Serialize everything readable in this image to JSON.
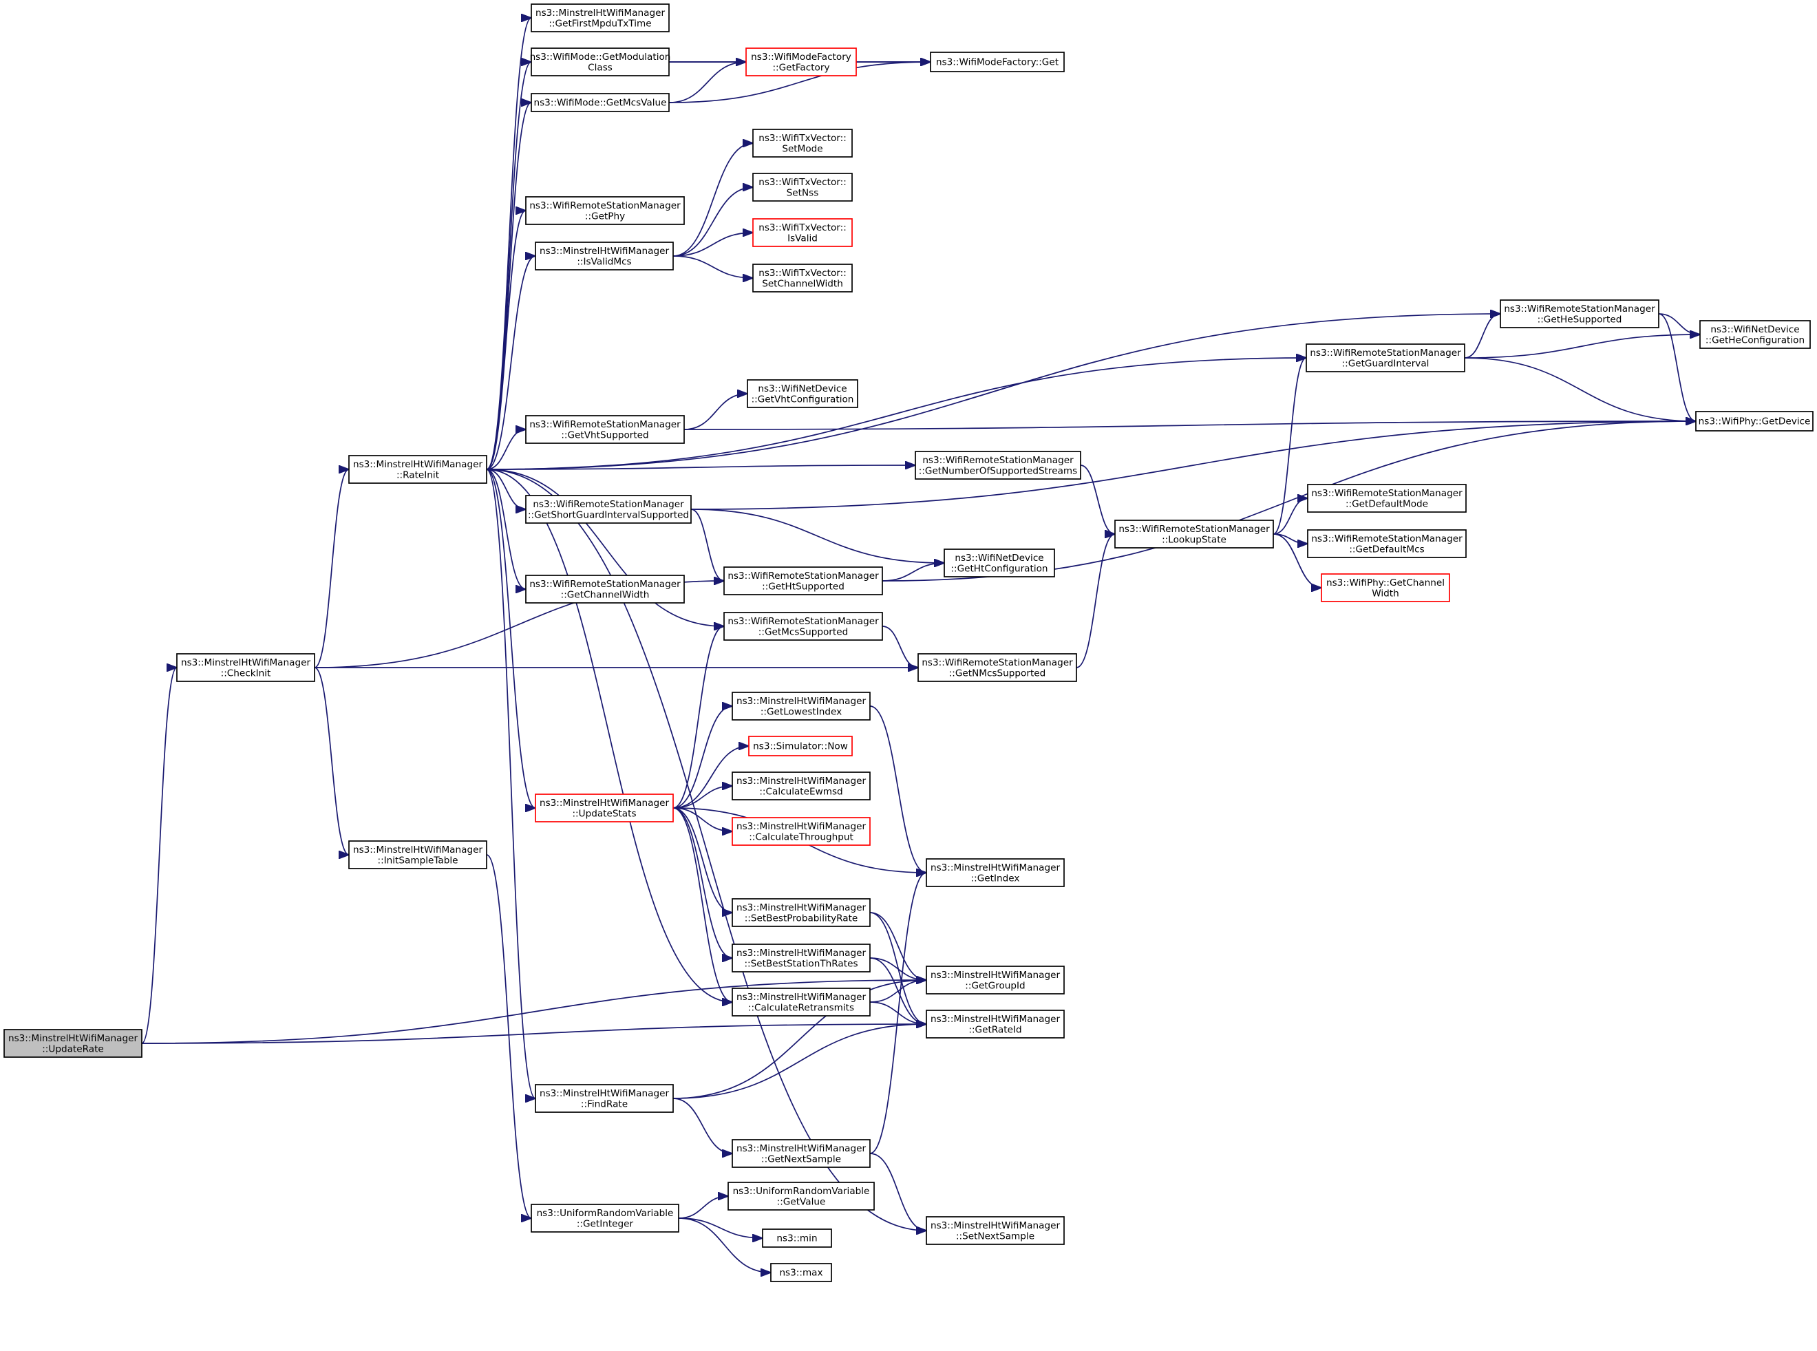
{
  "colors": {
    "edge": "#191970",
    "node_border": "#000000",
    "node_border_link_missing": "#ff0000",
    "root_fill": "#bfbfbf"
  },
  "nodes": [
    {
      "id": "UpdateRate",
      "lines": [
        "ns3::MinstrelHtWifiManager",
        "::UpdateRate"
      ],
      "style": "root"
    },
    {
      "id": "CheckInit",
      "lines": [
        "ns3::MinstrelHtWifiManager",
        "::CheckInit"
      ]
    },
    {
      "id": "RateInit",
      "lines": [
        "ns3::MinstrelHtWifiManager",
        "::RateInit"
      ]
    },
    {
      "id": "InitSampleTable",
      "lines": [
        "ns3::MinstrelHtWifiManager",
        "::InitSampleTable"
      ]
    },
    {
      "id": "GetFirstMpduTxTime",
      "lines": [
        "ns3::MinstrelHtWifiManager",
        "::GetFirstMpduTxTime"
      ]
    },
    {
      "id": "GetModulationClass",
      "lines": [
        "ns3::WifiMode::GetModulation",
        "Class"
      ]
    },
    {
      "id": "GetMcsValue",
      "lines": [
        "ns3::WifiMode::GetMcsValue"
      ]
    },
    {
      "id": "WMFGetFactory",
      "lines": [
        "ns3::WifiModeFactory",
        "::GetFactory"
      ],
      "style": "red"
    },
    {
      "id": "WMFGet",
      "lines": [
        "ns3::WifiModeFactory::Get"
      ]
    },
    {
      "id": "GetPhy",
      "lines": [
        "ns3::WifiRemoteStationManager",
        "::GetPhy"
      ]
    },
    {
      "id": "IsValidMcs",
      "lines": [
        "ns3::MinstrelHtWifiManager",
        "::IsValidMcs"
      ]
    },
    {
      "id": "SetMode",
      "lines": [
        "ns3::WifiTxVector::",
        "SetMode"
      ]
    },
    {
      "id": "SetNss",
      "lines": [
        "ns3::WifiTxVector::",
        "SetNss"
      ]
    },
    {
      "id": "IsValid",
      "lines": [
        "ns3::WifiTxVector::",
        "IsValid"
      ],
      "style": "red"
    },
    {
      "id": "SetChannelWidth",
      "lines": [
        "ns3::WifiTxVector::",
        "SetChannelWidth"
      ]
    },
    {
      "id": "GetVhtConfiguration",
      "lines": [
        "ns3::WifiNetDevice",
        "::GetVhtConfiguration"
      ]
    },
    {
      "id": "GetVhtSupported",
      "lines": [
        "ns3::WifiRemoteStationManager",
        "::GetVhtSupported"
      ]
    },
    {
      "id": "GetNumberOfSupportedStreams",
      "lines": [
        "ns3::WifiRemoteStationManager",
        "::GetNumberOfSupportedStreams"
      ]
    },
    {
      "id": "GetShortGuardIntervalSupported",
      "lines": [
        "ns3::WifiRemoteStationManager",
        "::GetShortGuardIntervalSupported"
      ]
    },
    {
      "id": "GetChannelWidth",
      "lines": [
        "ns3::WifiRemoteStationManager",
        "::GetChannelWidth"
      ]
    },
    {
      "id": "GetHtSupported",
      "lines": [
        "ns3::WifiRemoteStationManager",
        "::GetHtSupported"
      ]
    },
    {
      "id": "GetMcsSupported",
      "lines": [
        "ns3::WifiRemoteStationManager",
        "::GetMcsSupported"
      ]
    },
    {
      "id": "GetHtConfiguration",
      "lines": [
        "ns3::WifiNetDevice",
        "::GetHtConfiguration"
      ]
    },
    {
      "id": "GetNMcsSupported",
      "lines": [
        "ns3::WifiRemoteStationManager",
        "::GetNMcsSupported"
      ]
    },
    {
      "id": "GetHeSupported",
      "lines": [
        "ns3::WifiRemoteStationManager",
        "::GetHeSupported"
      ]
    },
    {
      "id": "GetGuardInterval",
      "lines": [
        "ns3::WifiRemoteStationManager",
        "::GetGuardInterval"
      ]
    },
    {
      "id": "GetHeConfiguration",
      "lines": [
        "ns3::WifiNetDevice",
        "::GetHeConfiguration"
      ]
    },
    {
      "id": "GetDevice",
      "lines": [
        "ns3::WifiPhy::GetDevice"
      ]
    },
    {
      "id": "LookupState",
      "lines": [
        "ns3::WifiRemoteStationManager",
        "::LookupState"
      ]
    },
    {
      "id": "GetDefaultMode",
      "lines": [
        "ns3::WifiRemoteStationManager",
        "::GetDefaultMode"
      ]
    },
    {
      "id": "GetDefaultMcs",
      "lines": [
        "ns3::WifiRemoteStationManager",
        "::GetDefaultMcs"
      ]
    },
    {
      "id": "PhyGetChannelWidth",
      "lines": [
        "ns3::WifiPhy::GetChannel",
        "Width"
      ],
      "style": "red"
    },
    {
      "id": "UpdateStats",
      "lines": [
        "ns3::MinstrelHtWifiManager",
        "::UpdateStats"
      ],
      "style": "red"
    },
    {
      "id": "GetLowestIndex",
      "lines": [
        "ns3::MinstrelHtWifiManager",
        "::GetLowestIndex"
      ]
    },
    {
      "id": "Now",
      "lines": [
        "ns3::Simulator::Now"
      ],
      "style": "red"
    },
    {
      "id": "CalculateEwmsd",
      "lines": [
        "ns3::MinstrelHtWifiManager",
        "::CalculateEwmsd"
      ]
    },
    {
      "id": "CalculateThroughput",
      "lines": [
        "ns3::MinstrelHtWifiManager",
        "::CalculateThroughput"
      ],
      "style": "red"
    },
    {
      "id": "GetIndex",
      "lines": [
        "ns3::MinstrelHtWifiManager",
        "::GetIndex"
      ]
    },
    {
      "id": "SetBestProbabilityRate",
      "lines": [
        "ns3::MinstrelHtWifiManager",
        "::SetBestProbabilityRate"
      ]
    },
    {
      "id": "SetBestStationThRates",
      "lines": [
        "ns3::MinstrelHtWifiManager",
        "::SetBestStationThRates"
      ]
    },
    {
      "id": "CalculateRetransmits",
      "lines": [
        "ns3::MinstrelHtWifiManager",
        "::CalculateRetransmits"
      ]
    },
    {
      "id": "GetGroupId",
      "lines": [
        "ns3::MinstrelHtWifiManager",
        "::GetGroupId"
      ]
    },
    {
      "id": "GetRateId",
      "lines": [
        "ns3::MinstrelHtWifiManager",
        "::GetRateId"
      ]
    },
    {
      "id": "FindRate",
      "lines": [
        "ns3::MinstrelHtWifiManager",
        "::FindRate"
      ]
    },
    {
      "id": "GetNextSample",
      "lines": [
        "ns3::MinstrelHtWifiManager",
        "::GetNextSample"
      ]
    },
    {
      "id": "GetInteger",
      "lines": [
        "ns3::UniformRandomVariable",
        "::GetInteger"
      ]
    },
    {
      "id": "URVGetValue",
      "lines": [
        "ns3::UniformRandomVariable",
        "::GetValue"
      ]
    },
    {
      "id": "Min",
      "lines": [
        "ns3::min"
      ]
    },
    {
      "id": "Max",
      "lines": [
        "ns3::max"
      ]
    },
    {
      "id": "SetNextSample",
      "lines": [
        "ns3::MinstrelHtWifiManager",
        "::SetNextSample"
      ]
    }
  ],
  "edges": [
    [
      "UpdateRate",
      "CheckInit"
    ],
    [
      "UpdateRate",
      "GetGroupId"
    ],
    [
      "UpdateRate",
      "GetRateId"
    ],
    [
      "CheckInit",
      "RateInit"
    ],
    [
      "CheckInit",
      "InitSampleTable"
    ],
    [
      "CheckInit",
      "GetHtSupported"
    ],
    [
      "CheckInit",
      "GetNMcsSupported"
    ],
    [
      "RateInit",
      "GetFirstMpduTxTime"
    ],
    [
      "RateInit",
      "GetModulationClass"
    ],
    [
      "RateInit",
      "GetMcsValue"
    ],
    [
      "RateInit",
      "GetPhy"
    ],
    [
      "RateInit",
      "IsValidMcs"
    ],
    [
      "RateInit",
      "GetHeSupported"
    ],
    [
      "RateInit",
      "GetGuardInterval"
    ],
    [
      "RateInit",
      "GetVhtSupported"
    ],
    [
      "RateInit",
      "GetNumberOfSupportedStreams"
    ],
    [
      "RateInit",
      "GetShortGuardIntervalSupported"
    ],
    [
      "RateInit",
      "GetChannelWidth"
    ],
    [
      "RateInit",
      "GetMcsSupported"
    ],
    [
      "RateInit",
      "UpdateStats"
    ],
    [
      "RateInit",
      "CalculateRetransmits"
    ],
    [
      "RateInit",
      "FindRate"
    ],
    [
      "RateInit",
      "SetNextSample"
    ],
    [
      "GetModulationClass",
      "WMFGetFactory"
    ],
    [
      "GetModulationClass",
      "WMFGet"
    ],
    [
      "GetMcsValue",
      "WMFGetFactory"
    ],
    [
      "GetMcsValue",
      "WMFGet"
    ],
    [
      "WMFGetFactory",
      "WMFGet"
    ],
    [
      "IsValidMcs",
      "SetMode"
    ],
    [
      "IsValidMcs",
      "SetNss"
    ],
    [
      "IsValidMcs",
      "IsValid"
    ],
    [
      "IsValidMcs",
      "SetChannelWidth"
    ],
    [
      "GetVhtSupported",
      "GetVhtConfiguration"
    ],
    [
      "GetVhtSupported",
      "GetDevice"
    ],
    [
      "GetNumberOfSupportedStreams",
      "LookupState"
    ],
    [
      "GetShortGuardIntervalSupported",
      "GetDevice"
    ],
    [
      "GetShortGuardIntervalSupported",
      "GetHtSupported"
    ],
    [
      "GetShortGuardIntervalSupported",
      "GetHtConfiguration"
    ],
    [
      "GetHtSupported",
      "GetHtConfiguration"
    ],
    [
      "GetHtSupported",
      "GetDevice"
    ],
    [
      "GetMcsSupported",
      "GetNMcsSupported"
    ],
    [
      "GetNMcsSupported",
      "LookupState"
    ],
    [
      "GetHeSupported",
      "GetHeConfiguration"
    ],
    [
      "GetHeSupported",
      "GetDevice"
    ],
    [
      "GetGuardInterval",
      "GetHeSupported"
    ],
    [
      "GetGuardInterval",
      "GetHeConfiguration"
    ],
    [
      "GetGuardInterval",
      "GetDevice"
    ],
    [
      "LookupState",
      "GetGuardInterval"
    ],
    [
      "LookupState",
      "GetDefaultMode"
    ],
    [
      "LookupState",
      "GetDefaultMcs"
    ],
    [
      "LookupState",
      "PhyGetChannelWidth"
    ],
    [
      "UpdateStats",
      "GetMcsSupported"
    ],
    [
      "UpdateStats",
      "GetLowestIndex"
    ],
    [
      "UpdateStats",
      "Now"
    ],
    [
      "UpdateStats",
      "CalculateEwmsd"
    ],
    [
      "UpdateStats",
      "CalculateThroughput"
    ],
    [
      "UpdateStats",
      "GetIndex"
    ],
    [
      "UpdateStats",
      "SetBestProbabilityRate"
    ],
    [
      "UpdateStats",
      "SetBestStationThRates"
    ],
    [
      "UpdateStats",
      "CalculateRetransmits"
    ],
    [
      "GetLowestIndex",
      "GetIndex"
    ],
    [
      "SetBestProbabilityRate",
      "GetGroupId"
    ],
    [
      "SetBestProbabilityRate",
      "GetRateId"
    ],
    [
      "SetBestStationThRates",
      "GetGroupId"
    ],
    [
      "SetBestStationThRates",
      "GetRateId"
    ],
    [
      "CalculateRetransmits",
      "GetGroupId"
    ],
    [
      "CalculateRetransmits",
      "GetRateId"
    ],
    [
      "FindRate",
      "GetGroupId"
    ],
    [
      "FindRate",
      "GetRateId"
    ],
    [
      "FindRate",
      "GetNextSample"
    ],
    [
      "GetNextSample",
      "GetIndex"
    ],
    [
      "GetNextSample",
      "SetNextSample"
    ],
    [
      "InitSampleTable",
      "GetInteger"
    ],
    [
      "GetInteger",
      "URVGetValue"
    ],
    [
      "GetInteger",
      "Min"
    ],
    [
      "GetInteger",
      "Max"
    ]
  ]
}
